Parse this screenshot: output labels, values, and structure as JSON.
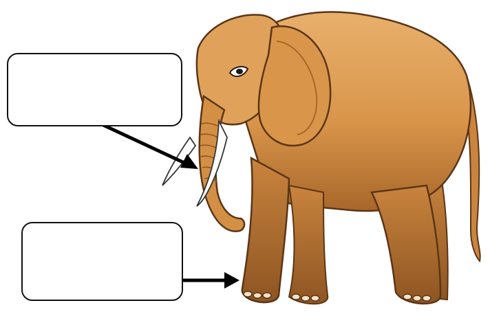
{
  "diagram": {
    "subject_icon": "elephant-illustration",
    "colors": {
      "body": "#D9954A",
      "body_light": "#E9B06A",
      "body_shadow": "#A8672A",
      "outline": "#5A3516",
      "arrow": "#000000",
      "box_border": "#111111",
      "background": "#FFFFFF"
    },
    "labels": [
      {
        "id": "trunk-label",
        "text": "",
        "points_to": "trunk"
      },
      {
        "id": "foot-label",
        "text": "",
        "points_to": "front-foot"
      }
    ]
  }
}
